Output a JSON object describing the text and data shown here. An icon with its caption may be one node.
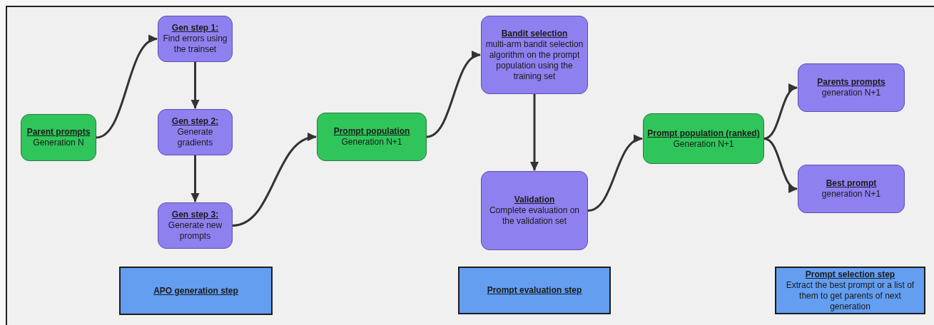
{
  "diagram": {
    "nodes": [
      {
        "text": [
          "Parent prompts",
          "Generation N"
        ]
      },
      {
        "text": [
          "Gen step 1:",
          "Find errors using the trainset"
        ]
      },
      {
        "text": [
          "Gen step 2:",
          "Generate gradients"
        ]
      },
      {
        "text": [
          "Gen step 3:",
          "Generate new prompts"
        ]
      },
      {
        "text": [
          "Prompt population",
          "Generation N+1"
        ]
      },
      {
        "text": [
          "Bandit selection",
          "multi-arm bandit selection algorithm on the prompt population using the training set"
        ]
      },
      {
        "text": [
          "Validation",
          "Complete evaluation on the validation set"
        ]
      },
      {
        "text": [
          "Prompt population (ranked)",
          "Generation N+1"
        ]
      },
      {
        "text": [
          "Parents prompts",
          "generation N+1"
        ]
      },
      {
        "text": [
          "Best prompt",
          "generation N+1"
        ]
      },
      {
        "text": [
          "APO generation step"
        ]
      },
      {
        "text": [
          "Prompt evaluation step"
        ]
      },
      {
        "text": [
          "Prompt selection step",
          "Extract the best prompt or a list of them to get parents of next generation"
        ]
      }
    ],
    "edges": [
      {
        "from": 0,
        "to": 1,
        "arrow": "to"
      },
      {
        "from": 1,
        "to": 2,
        "arrow": "to"
      },
      {
        "from": 2,
        "to": 3,
        "arrow": "to"
      },
      {
        "from": 3,
        "to": 4,
        "arrow": "to"
      },
      {
        "from": 4,
        "to": 5,
        "arrow": "to"
      },
      {
        "from": 5,
        "to": 6,
        "arrow": "to"
      },
      {
        "from": 6,
        "to": 7,
        "arrow": "to"
      },
      {
        "from": 7,
        "to": 8,
        "arrow": "to"
      },
      {
        "from": 7,
        "to": 9,
        "arrow": "to"
      }
    ]
  }
}
